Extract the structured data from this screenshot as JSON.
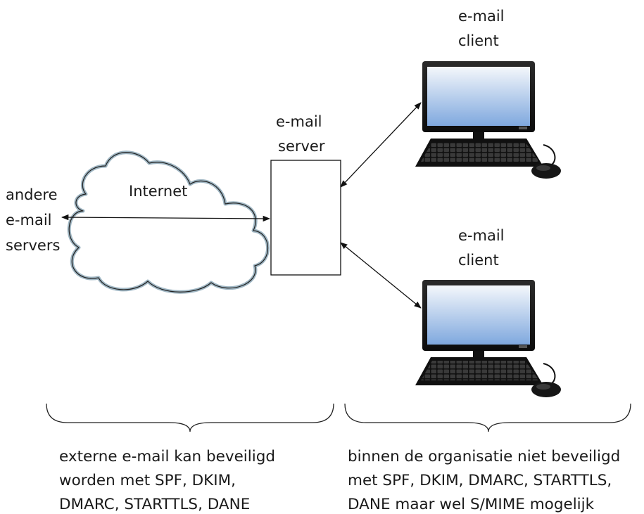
{
  "cloud": {
    "label": "Internet"
  },
  "external_servers": {
    "line1": "andere",
    "line2": "e-mail",
    "line3": "servers"
  },
  "mail_server": {
    "line1": "e-mail",
    "line2": "server"
  },
  "clients": [
    {
      "line1": "e-mail",
      "line2": "client"
    },
    {
      "line1": "e-mail",
      "line2": "client"
    }
  ],
  "captions": {
    "left": [
      "externe e-mail kan beveiligd",
      "worden met SPF, DKIM,",
      "DMARC, STARTTLS, DANE"
    ],
    "right": [
      "binnen de organisatie niet beveiligd",
      "met SPF, DKIM, DMARC, STARTTLS,",
      "DANE maar wel S/MIME mogelijk"
    ]
  },
  "colors": {
    "cloud_outline": "#9fb6c3",
    "screen_top": "#f4f7fb",
    "screen_bottom": "#7fa8de",
    "computer_body": "#151515",
    "line": "#111111"
  }
}
